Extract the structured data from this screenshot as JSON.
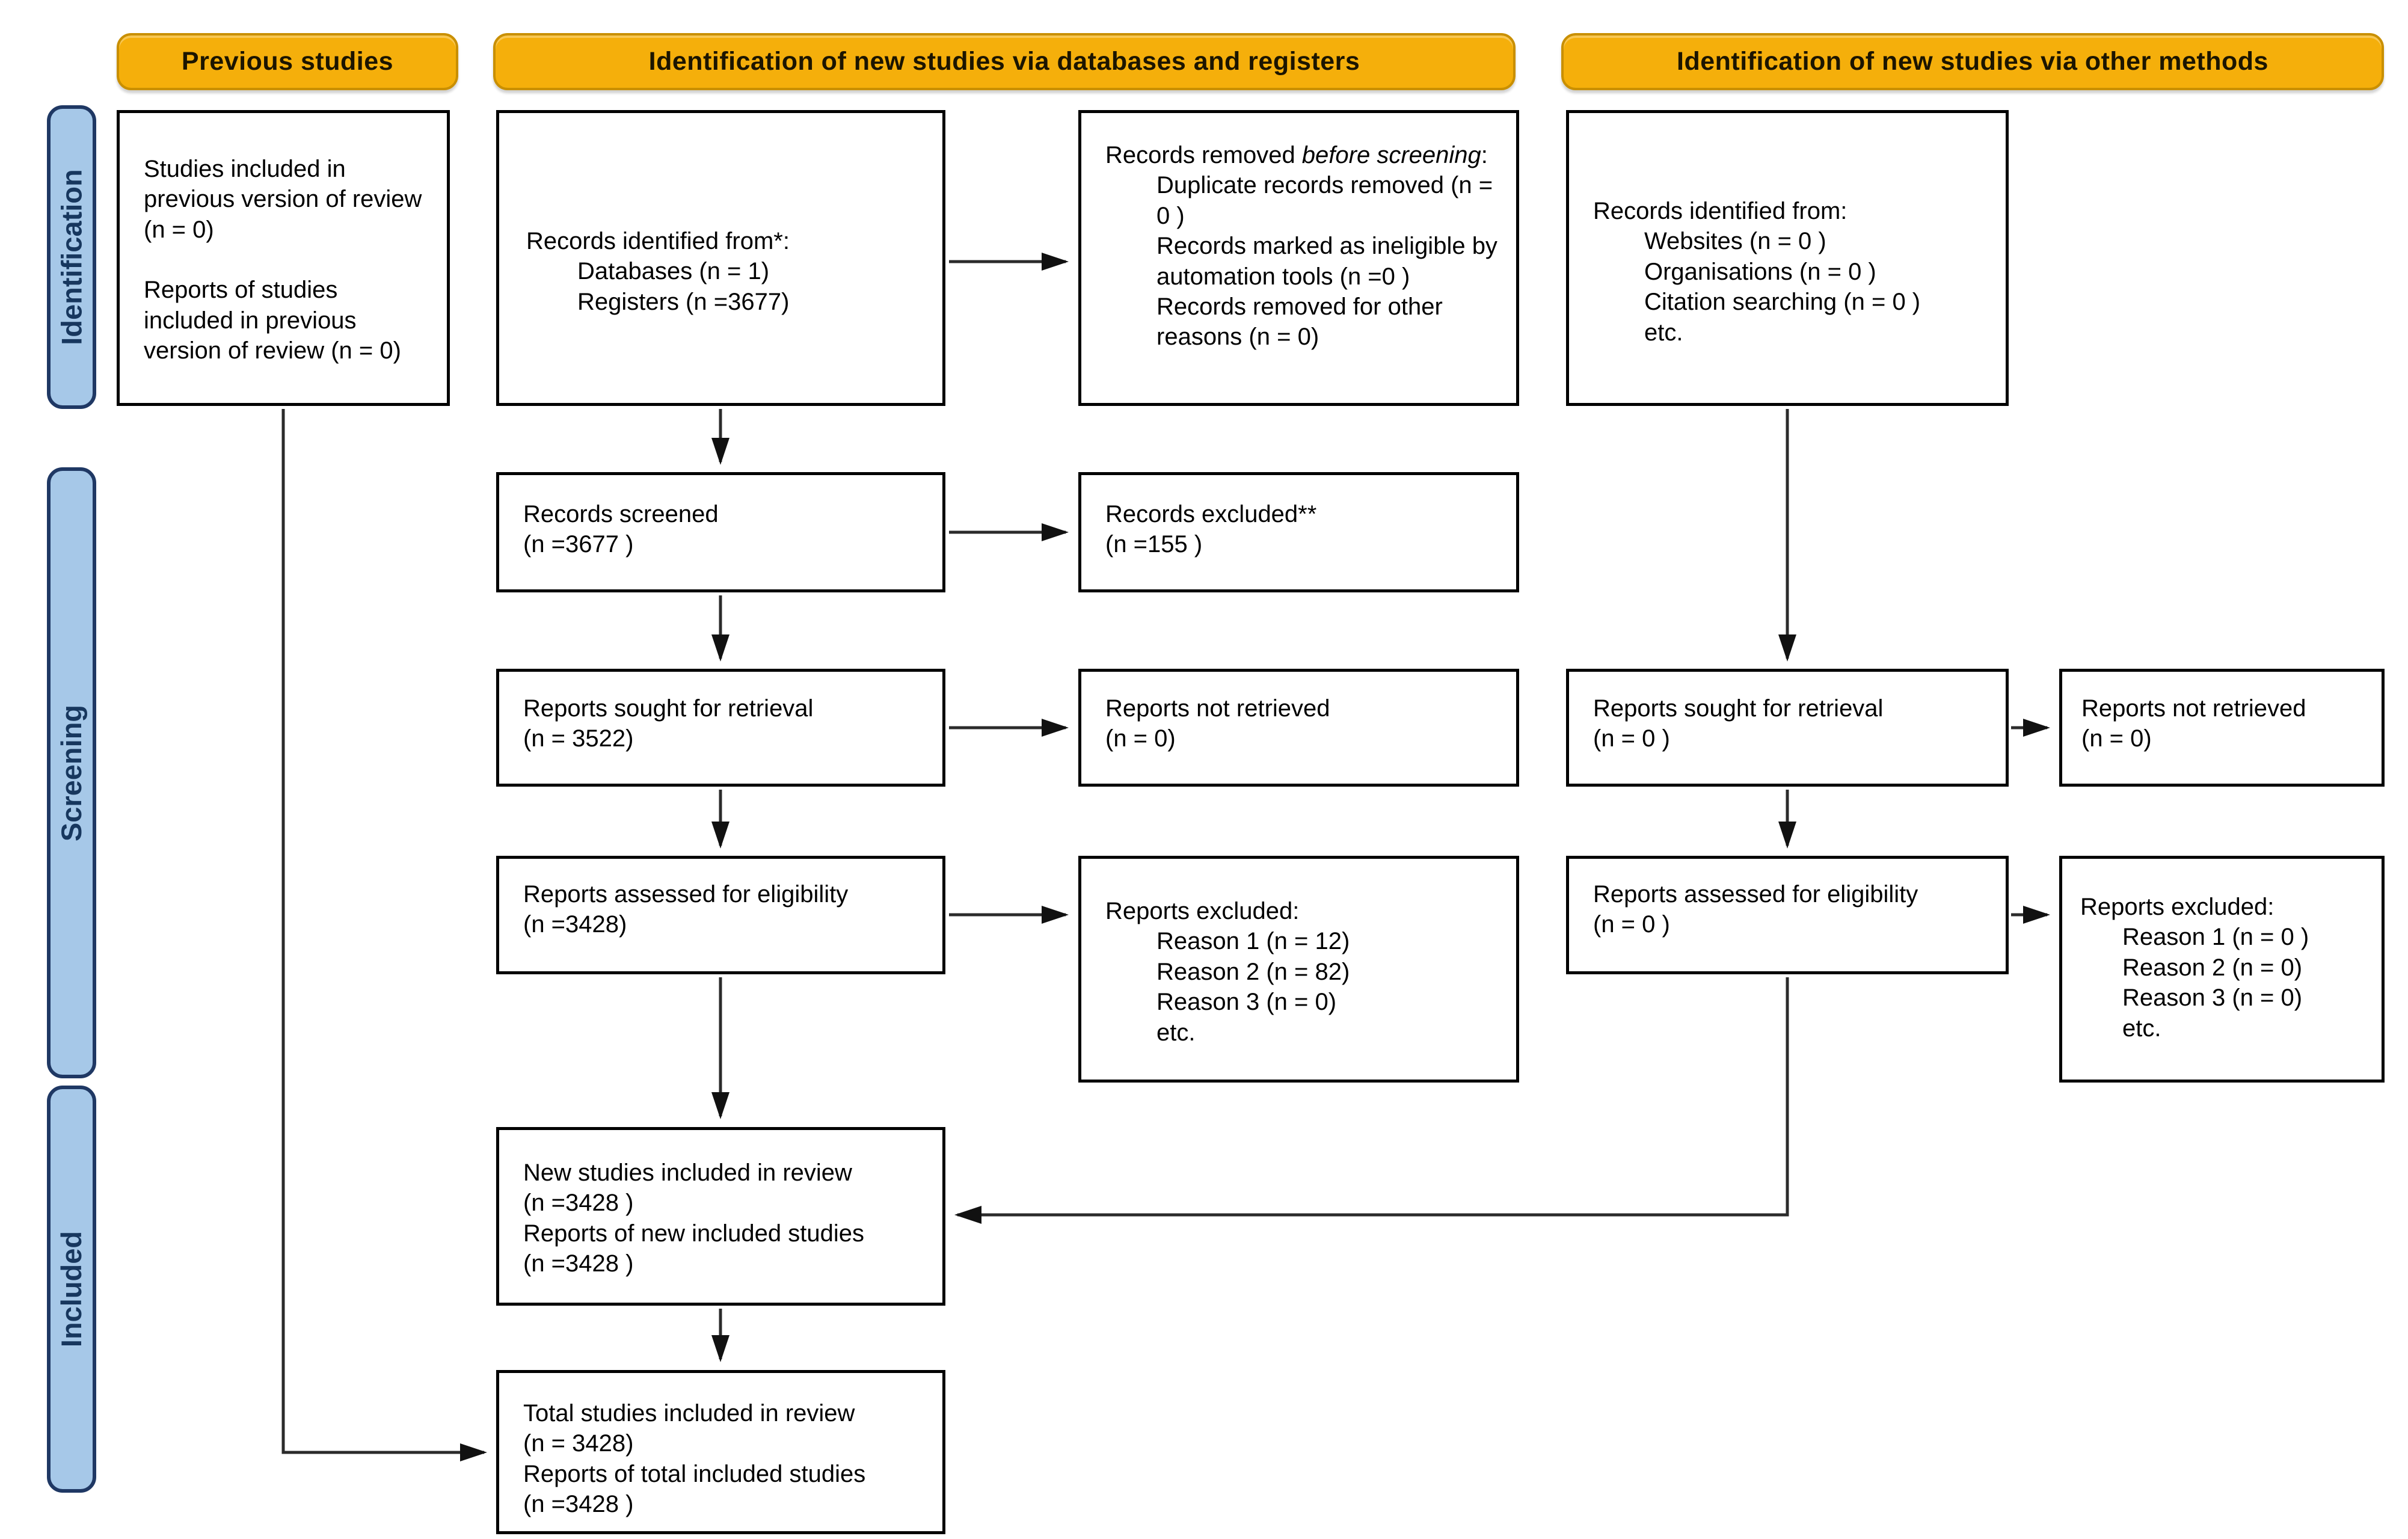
{
  "banners": {
    "previous": "Previous studies",
    "databases": "Identification of new studies via databases and registers",
    "other": "Identification of new studies via other methods"
  },
  "side_labels": {
    "identification": "Identification",
    "screening": "Screening",
    "included": "Included"
  },
  "colors": {
    "banner_bg": "#F5AF0B",
    "banner_border": "#C98F00",
    "sidebar_bg": "#A6C8E8",
    "sidebar_border": "#1F3864",
    "box_border": "#000000",
    "arrow": "#2b2b2b"
  },
  "boxes": {
    "previous_studies": {
      "para1": "Studies included in previous version of review (n = 0)",
      "para2": "Reports of studies included in previous version of review (n = 0)"
    },
    "records_identified_db": {
      "title": "Records identified from*:",
      "items": [
        "Databases (n = 1)",
        "Registers (n =3677)"
      ]
    },
    "records_removed": {
      "title_prefix": "Records removed ",
      "title_italic": "before screening",
      "title_suffix": ":",
      "items": [
        "Duplicate records removed (n = 0 )",
        "Records marked as ineligible by automation tools (n =0 )",
        "Records removed for other reasons (n = 0)"
      ]
    },
    "records_identified_other": {
      "title": "Records identified from:",
      "items": [
        "Websites (n = 0 )",
        "Organisations (n = 0 )",
        "Citation searching (n = 0 )",
        "etc."
      ]
    },
    "records_screened": {
      "line1": "Records screened",
      "line2": "(n =3677 )"
    },
    "records_excluded": {
      "line1": "Records excluded**",
      "line2": "(n =155 )"
    },
    "reports_sought_db": {
      "line1": "Reports sought for retrieval",
      "line2": "(n = 3522)"
    },
    "reports_not_retrieved_db": {
      "line1": "Reports not retrieved",
      "line2": "(n = 0)"
    },
    "reports_sought_other": {
      "line1": "Reports sought for retrieval",
      "line2": "(n = 0 )"
    },
    "reports_not_retrieved_other": {
      "line1": "Reports not retrieved",
      "line2": "(n = 0)"
    },
    "reports_assessed_db": {
      "line1": "Reports assessed for eligibility",
      "line2": "(n =3428)"
    },
    "reports_excluded_db": {
      "title": "Reports excluded:",
      "items": [
        "Reason 1 (n = 12)",
        "Reason 2 (n = 82)",
        "Reason 3 (n = 0)",
        "etc."
      ]
    },
    "reports_assessed_other": {
      "line1": "Reports assessed for eligibility",
      "line2": "(n = 0 )"
    },
    "reports_excluded_other": {
      "title": "Reports excluded:",
      "items": [
        "Reason 1 (n = 0 )",
        "Reason 2 (n =  0)",
        "Reason 3 (n =  0)",
        "etc."
      ]
    },
    "new_studies": {
      "line1": "New studies included in review",
      "line2": "(n =3428 )",
      "line3": "Reports of new included studies",
      "line4": "(n =3428 )"
    },
    "total_studies": {
      "line1": "Total studies included in review",
      "line2": "(n = 3428)",
      "line3": "Reports of total included studies",
      "line4": "(n =3428 )"
    }
  }
}
